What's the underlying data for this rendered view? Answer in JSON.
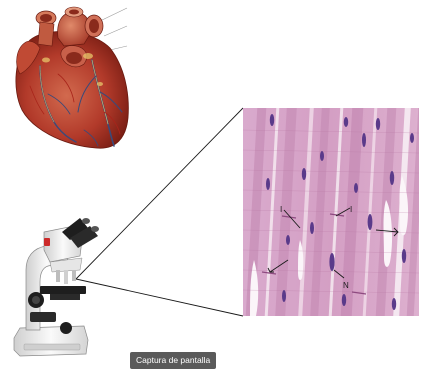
{
  "tooltip": {
    "text": "Captura de pantalla"
  },
  "micrograph": {
    "labels": {
      "intercalated_disc_top": "I",
      "intercalated_disc_right": "I",
      "nucleus": "N"
    }
  },
  "colors": {
    "tissue_base": "#d8a8c8",
    "tissue_dark": "#c286b0",
    "nucleus": "#5a3a8a",
    "heart_red": "#b23a2a",
    "heart_dark": "#7a1e14",
    "microscope_white": "#eeeeee",
    "microscope_black": "#1e1e1e"
  },
  "icons": [
    "heart-illustration",
    "microscope-illustration",
    "micrograph-image"
  ]
}
